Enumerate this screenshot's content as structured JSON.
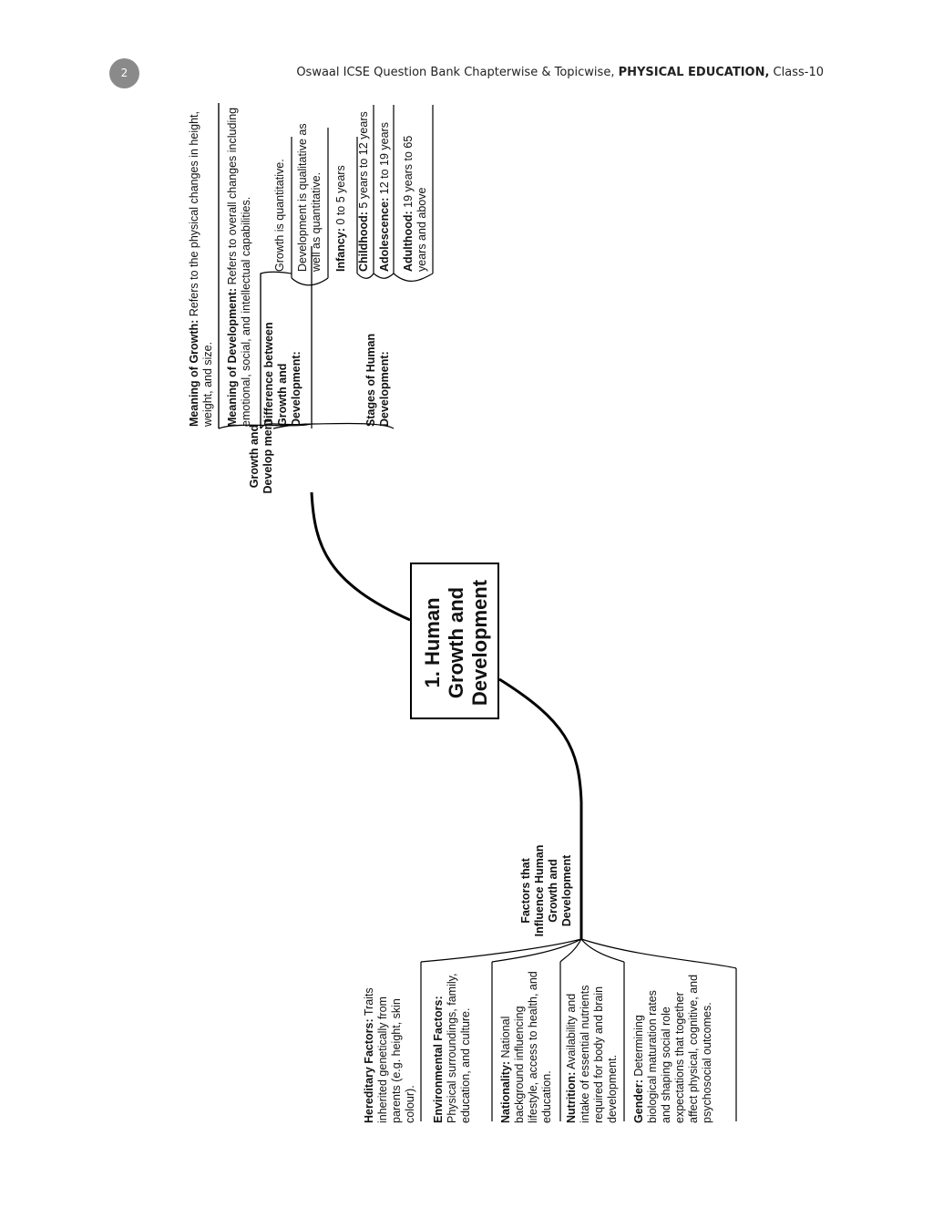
{
  "page_number": "2",
  "header": {
    "prefix": "Oswaal ICSE Question Bank Chapterwise & Topicwise, ",
    "subject": "PHYSICAL EDUCATION,",
    "suffix": " Class-10"
  },
  "center": {
    "title": "1. Human Growth and Development"
  },
  "branch_growth": {
    "label": "Growth and Develop ment",
    "meaning_growth": {
      "term": "Meaning of Growth:",
      "text": " Refers to the physical changes in height, weight, and size."
    },
    "meaning_development": {
      "term": "Meaning of Development:",
      "text": " Refers to overall changes including emotional, social, and intellectual capabilities."
    },
    "difference": {
      "label": "Difference between Growth and Development:",
      "items": [
        "Growth is quantitative.",
        "Development is qualitative as well as quantitative."
      ]
    },
    "stages": {
      "label": "Stages of Human Development:",
      "items": [
        {
          "term": "Infancy:",
          "text": " 0 to 5 years"
        },
        {
          "term": "Childhood:",
          "text": " 5 years to 12 years"
        },
        {
          "term": "Adolescence:",
          "text": " 12 to 19 years"
        },
        {
          "term": "Adulthood:",
          "text": " 19 years to 65 years and above"
        }
      ]
    }
  },
  "branch_factors": {
    "label": "Factors that Influence Human Growth and Development",
    "items": [
      {
        "term": "Hereditary Factors:",
        "text": " Traits inherited genetically from parents (e.g. height, skin colour)."
      },
      {
        "term": "Environmental Factors:",
        "text": " Physical surroundings, family, education, and culture."
      },
      {
        "term": "Nationality:",
        "text": " National background influencing lifestyle, access to health, and education."
      },
      {
        "term": "Nutrition:",
        "text": " Availability and intake of essential nutrients required for body and brain development."
      },
      {
        "term": "Gender:",
        "text": " Determining biological maturation rates and shaping social role expectations that together affect physical, cognitive, and psychosocial outcomes."
      }
    ]
  }
}
